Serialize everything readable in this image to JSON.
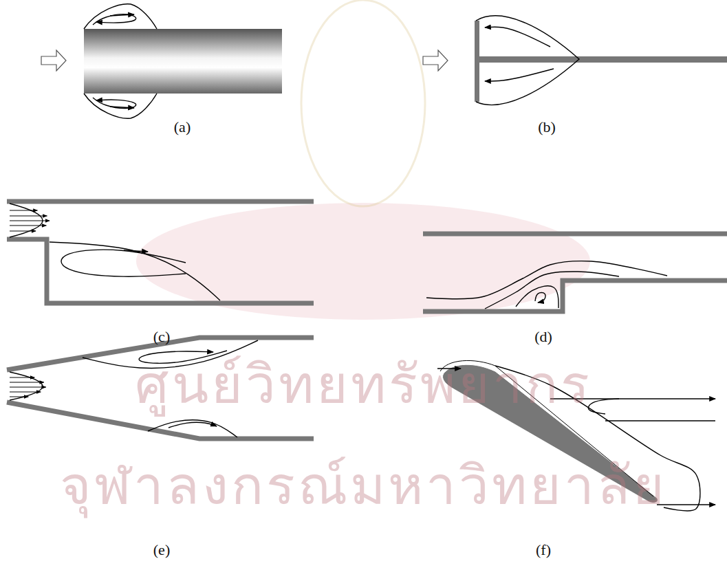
{
  "diagram": {
    "labels": [
      "(a)",
      "(b)",
      "(c)",
      "(d)",
      "(e)",
      "(f)",
      "ศูนย์วิทยทรัพยากร",
      "จุฬาลงกรณ์มหาวิทยาลัย"
    ]
  }
}
